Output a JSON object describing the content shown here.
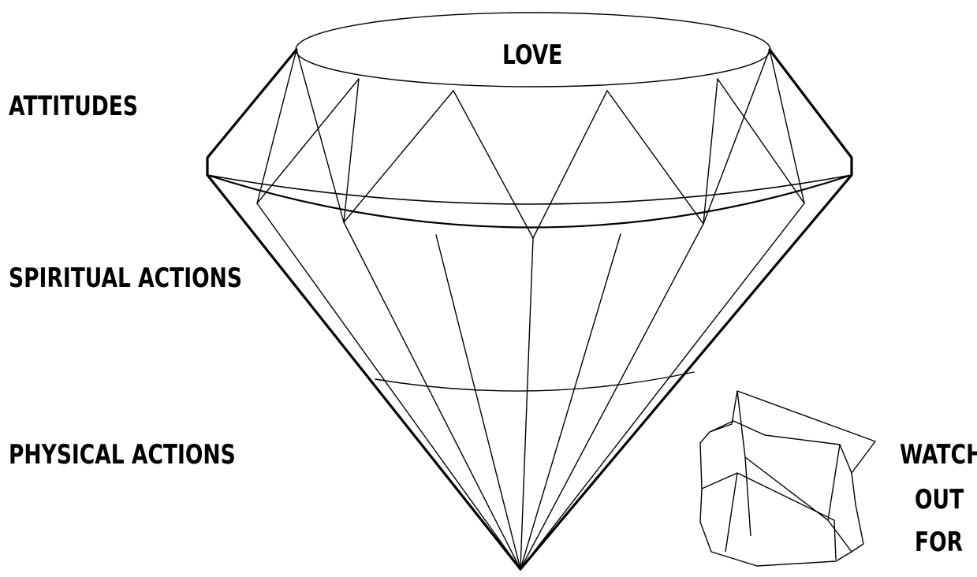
{
  "diagram": {
    "top_label": "LOVE",
    "tier_labels": {
      "attitudes": "ATTITUDES",
      "spiritual_actions": "SPIRITUAL ACTIONS",
      "physical_actions": "PHYSICAL ACTIONS"
    },
    "warning_label": {
      "line1": "WATCH",
      "line2": "OUT",
      "line3": "FOR"
    },
    "colors": {
      "stroke": "#000000",
      "background": "#ffffff"
    }
  }
}
